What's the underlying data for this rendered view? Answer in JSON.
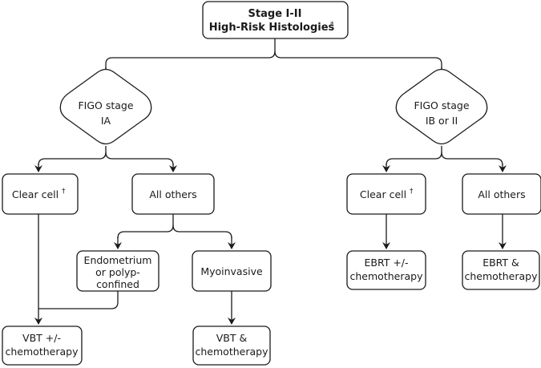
{
  "root": {
    "line1": "Stage I-II",
    "line2": "High-Risk Histologies",
    "mark": "*"
  },
  "left_decision": {
    "line1": "FIGO stage",
    "line2": "IA"
  },
  "right_decision": {
    "line1": "FIGO stage",
    "line2": "IB or II"
  },
  "left_clear_cell": {
    "label": "Clear cell",
    "mark": "†"
  },
  "left_all_others": {
    "label": "All others"
  },
  "endometrium": {
    "line1": "Endometrium",
    "line2": "or polyp-",
    "line3": "confined"
  },
  "myoinvasive": {
    "label": "Myoinvasive"
  },
  "vbt_optional": {
    "line1": "VBT +/-",
    "line2": "chemotherapy"
  },
  "vbt_and": {
    "line1": "VBT &",
    "line2": "chemotherapy"
  },
  "right_clear_cell": {
    "label": "Clear cell",
    "mark": "†"
  },
  "right_all_others": {
    "label": "All others"
  },
  "ebrt_optional": {
    "line1": "EBRT +/-",
    "line2": "chemotherapy"
  },
  "ebrt_and": {
    "line1": "EBRT &",
    "line2": "chemotherapy"
  }
}
